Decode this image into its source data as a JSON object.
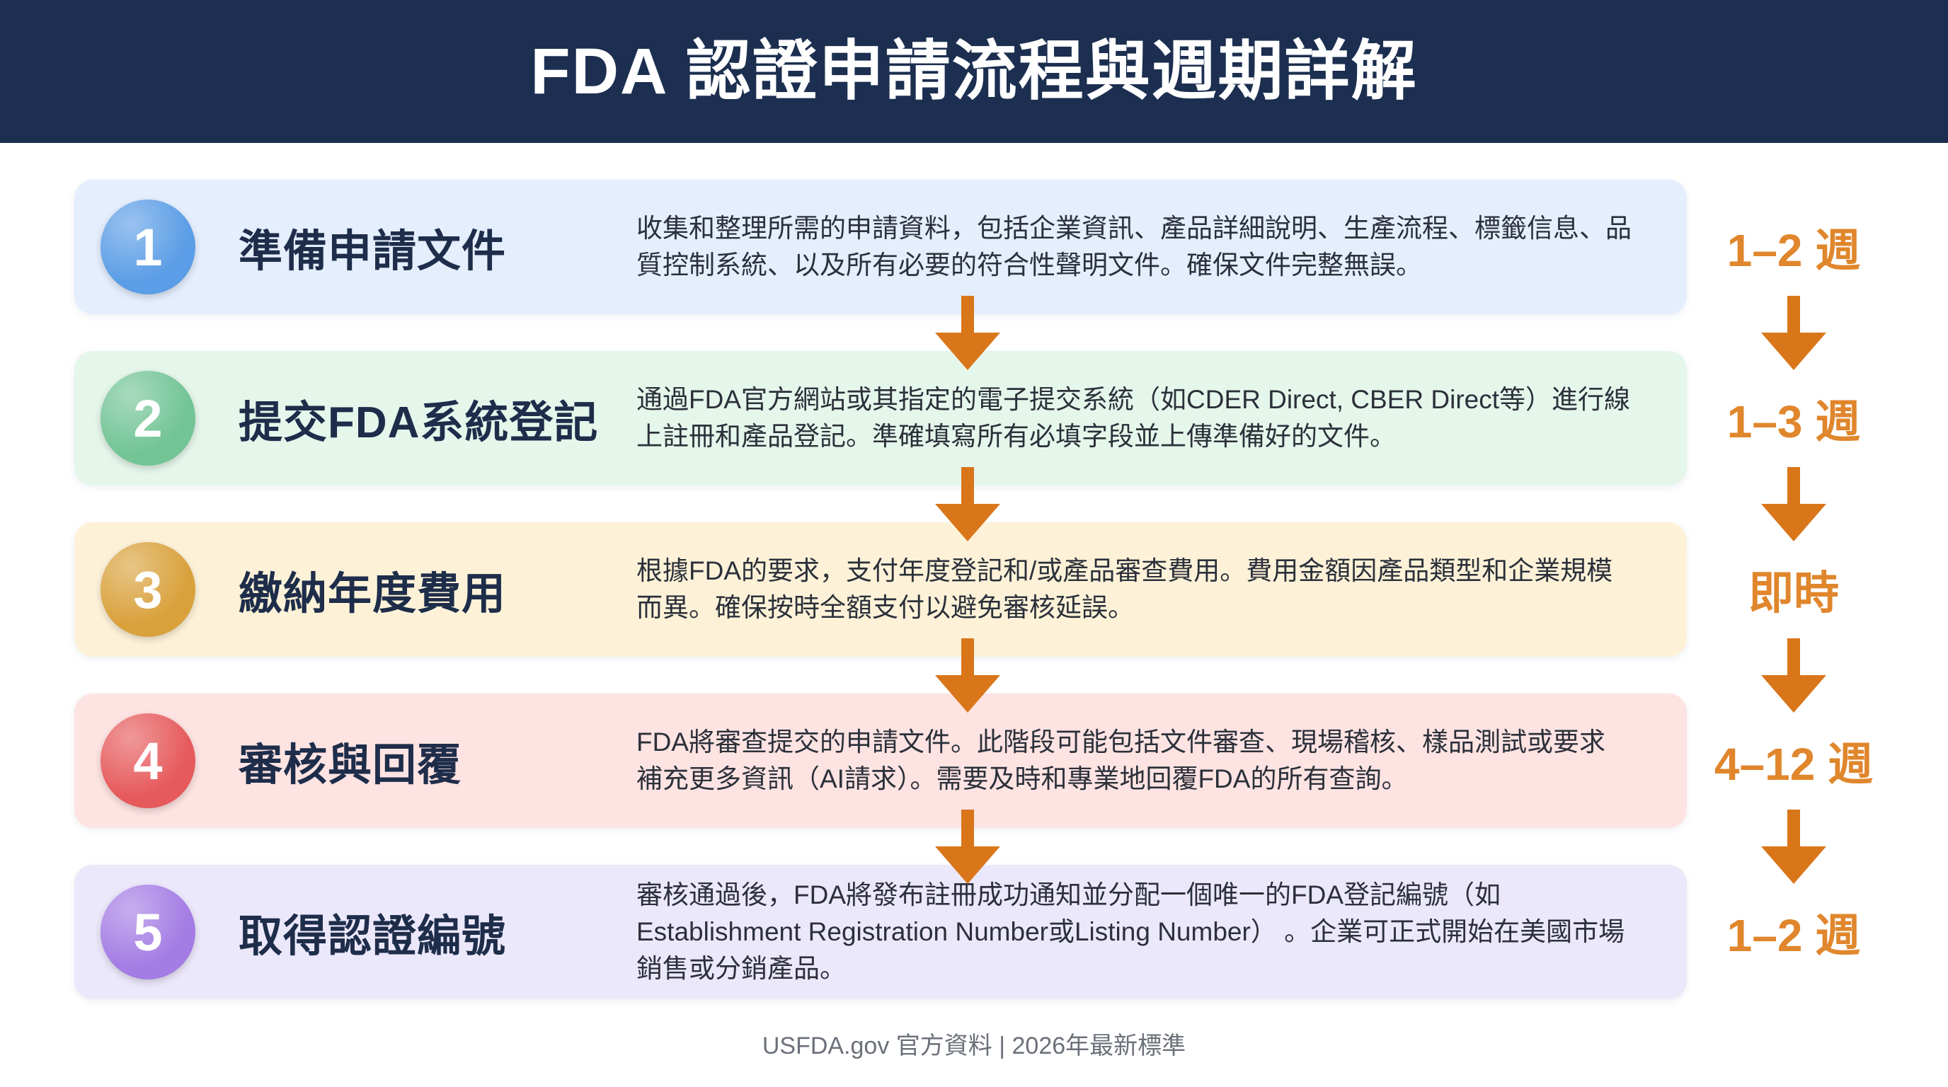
{
  "header": {
    "title": "FDA 認證申請流程與週期詳解"
  },
  "steps": [
    {
      "number": "1",
      "title": "準備申請文件",
      "description": [
        "收集和整理所需的申請資料，包括企業資訊、產品詳細說明、生產流程、標籤信息、品",
        "質控制系統、以及所有必要的符合性聲明文件。確保文件完整無誤。"
      ],
      "duration": "1–2 週",
      "card_color": "#e4eefd",
      "badge_color": "#5b9de6"
    },
    {
      "number": "2",
      "title": "提交FDA系統登記",
      "description": [
        "通過FDA官方網站或其指定的電子提交系統（如CDER Direct, CBER Direct等）進行線",
        "上註冊和產品登記。準確填寫所有必填字段並上傳準備好的文件。"
      ],
      "duration": "1–3 週",
      "card_color": "#e5f6eb",
      "badge_color": "#72c495"
    },
    {
      "number": "3",
      "title": "繳納年度費用",
      "description": [
        "根據FDA的要求，支付年度登記和/或產品審查費用。費用金額因產品類型和企業規模",
        "而異。確保按時全額支付以避免審核延誤。"
      ],
      "duration": "即時",
      "card_color": "#fdf2d8",
      "badge_color": "#d9a13b"
    },
    {
      "number": "4",
      "title": "審核與回覆",
      "description": [
        "FDA將審查提交的申請文件。此階段可能包括文件審查、現場稽核、樣品測試或要求",
        "補充更多資訊（AI請求）。需要及時和專業地回覆FDA的所有查詢。"
      ],
      "duration": "4–12 週",
      "card_color": "#fde3e2",
      "badge_color": "#e65a5c"
    },
    {
      "number": "5",
      "title": "取得認證編號",
      "description": [
        "審核通過後，FDA將發布註冊成功通知並分配一個唯一的FDA登記編號（如",
        "Establishment Registration Number或Listing Number） 。企業可正式開始在美國市場",
        "銷售或分銷產品。"
      ],
      "duration": "1–2 週",
      "card_color": "#ece8fb",
      "badge_color": "#a47ce4"
    }
  ],
  "footer": {
    "text": "USFDA.gov 官方資料 | 2026年最新標準"
  },
  "colors": {
    "header_bg": "#1c2f50",
    "step_title": "#1e2d4a",
    "arrow": "#d9761a",
    "duration_text": "#e0862c"
  },
  "icons": {
    "flow_arrow": "down-arrow-icon"
  }
}
